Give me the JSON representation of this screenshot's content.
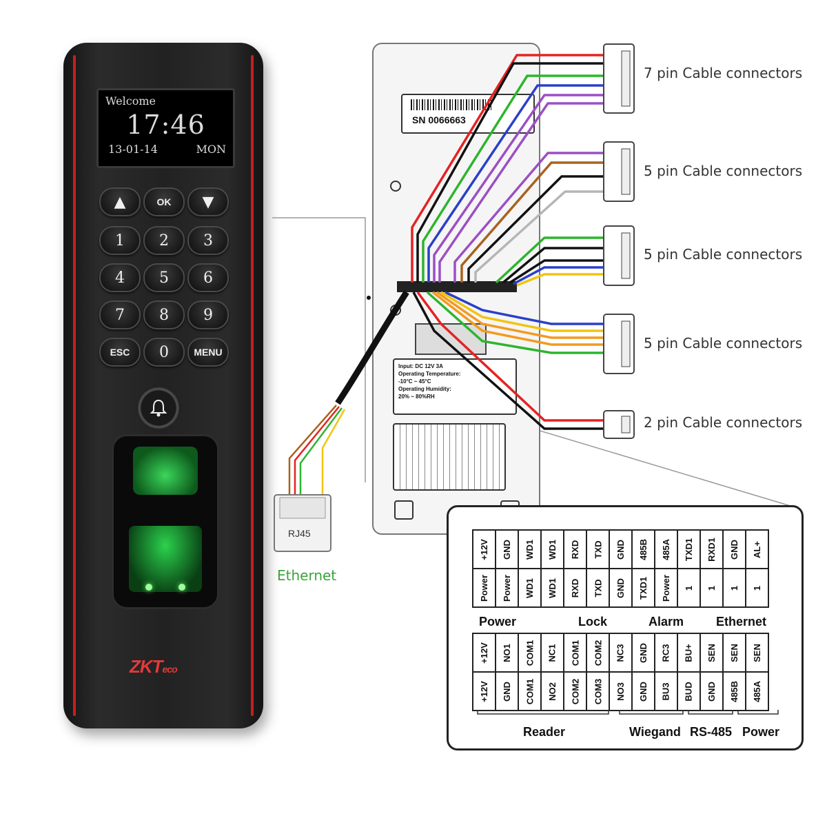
{
  "device": {
    "screen": {
      "greeting": "Welcome",
      "time": "17:46",
      "date": "13-01-14",
      "day": "MON"
    },
    "keys": {
      "up": "▲",
      "ok": "OK",
      "down": "▼",
      "k1": "1",
      "k2": "2",
      "k3": "3",
      "k4": "4",
      "k5": "5",
      "k6": "6",
      "k7": "7",
      "k8": "8",
      "k9": "9",
      "esc": "ESC",
      "k0": "0",
      "menu": "MENU"
    },
    "logo": {
      "main": "ZKT",
      "suffix": "eco"
    },
    "bell_icon": "bell-icon"
  },
  "panel": {
    "serial_prefix": "SN",
    "serial": "0066663",
    "spec_lines": [
      "Input: DC 12V 3A",
      "Operating Temperature:",
      "-10°C ~ 45°C",
      "Operating Humidity:",
      "20% ~ 80%RH"
    ]
  },
  "connectors": [
    {
      "label": "7 pin Cable connectors"
    },
    {
      "label": "5 pin Cable connectors"
    },
    {
      "label": "5 pin Cable connectors"
    },
    {
      "label": "5 pin Cable connectors"
    },
    {
      "label": "2 pin Cable connectors"
    }
  ],
  "rj45": {
    "label": "RJ45",
    "caption": "Ethernet"
  },
  "terminals": {
    "top_row1": [
      "+12V",
      "GND",
      "WD1",
      "WD1",
      "RXD",
      "TXD",
      "GND",
      "485B",
      "485A",
      "TXD1",
      "RXD1",
      "GND",
      "AL+"
    ],
    "top_row2": [
      "Power",
      "Power",
      "WD1",
      "WD1",
      "RXD",
      "TXD",
      "GND",
      "TXD1",
      "Power",
      "1",
      "1",
      "1",
      "1"
    ],
    "top_groups": [
      "Power",
      "Lock",
      "Alarm",
      "Ethernet"
    ],
    "bottom_row1": [
      "+12V",
      "NO1",
      "COM1",
      "NC1",
      "COM1",
      "COM2",
      "NC3",
      "GND",
      "RC3",
      "BU+",
      "SEN",
      "SEN",
      "SEN"
    ],
    "bottom_row2": [
      "+12V",
      "GND",
      "COM1",
      "NO2",
      "COM2",
      "COM3",
      "NO3",
      "GND",
      "BU3",
      "BUD",
      "GND",
      "485B",
      "485A"
    ],
    "bottom_groups": [
      "Reader",
      "Wiegand",
      "RS-485",
      "Power"
    ]
  },
  "wire_colors": {
    "red": "#e52222",
    "black": "#111111",
    "green": "#2db52d",
    "blue": "#2a3fc9",
    "purple": "#9b4fc4",
    "brown": "#a8621f",
    "gray": "#b5b5b5",
    "yellow": "#f1c40f",
    "orange": "#f39a1e"
  }
}
